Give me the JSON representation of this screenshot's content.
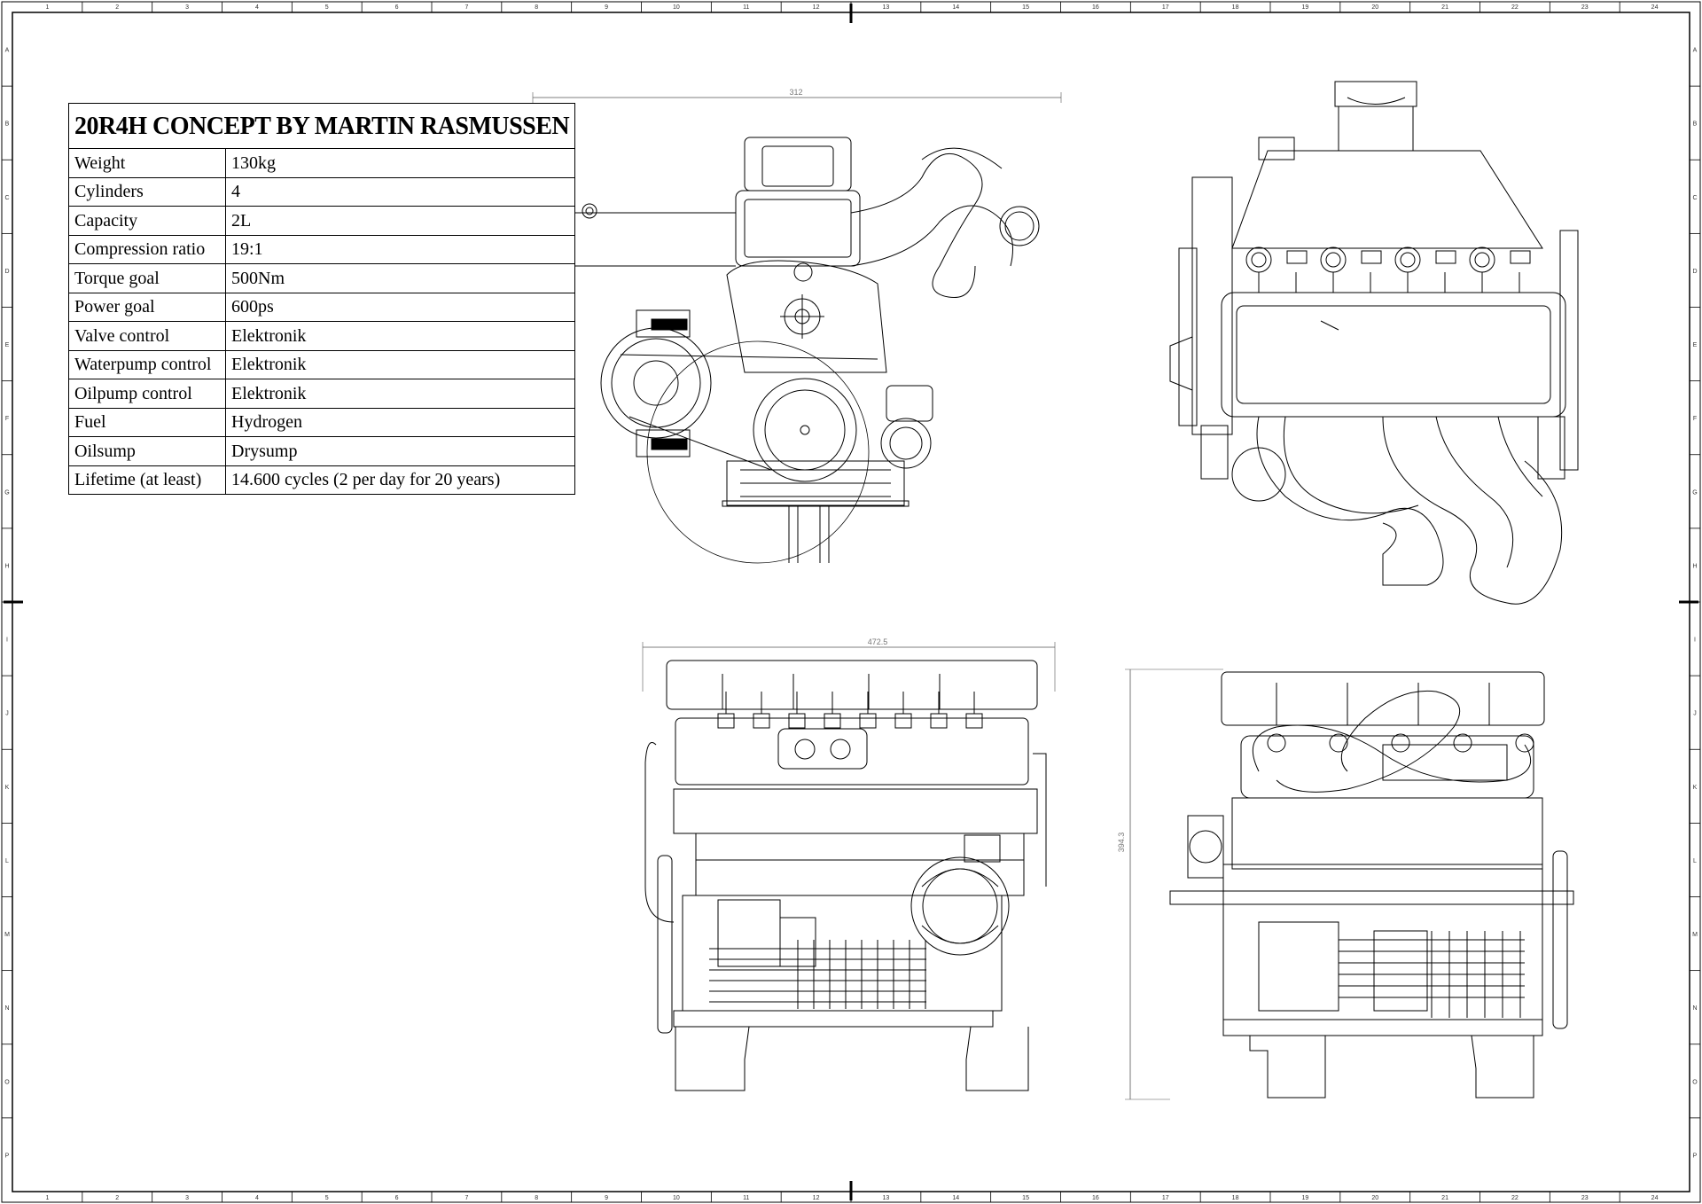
{
  "spec_table": {
    "title": "20R4H CONCEPT BY MARTIN RASMUSSEN",
    "rows": [
      {
        "label": "Weight",
        "value": "130kg"
      },
      {
        "label": "Cylinders",
        "value": "4"
      },
      {
        "label": "Capacity",
        "value": "2L"
      },
      {
        "label": "Compression ratio",
        "value": "19:1"
      },
      {
        "label": "Torque goal",
        "value": "500Nm"
      },
      {
        "label": "Power goal",
        "value": "600ps"
      },
      {
        "label": "Valve control",
        "value": "Elektronik"
      },
      {
        "label": "Waterpump control",
        "value": "Elektronik"
      },
      {
        "label": "Oilpump control",
        "value": "Elektronik"
      },
      {
        "label": "Fuel",
        "value": "Hydrogen"
      },
      {
        "label": "Oilsump",
        "value": "Drysump"
      },
      {
        "label": "Lifetime (at least)",
        "value": "14.600 cycles (2 per day for 20 years)"
      }
    ]
  },
  "frame": {
    "column_labels": [
      "1",
      "2",
      "3",
      "4",
      "5",
      "6",
      "7",
      "8",
      "9",
      "10",
      "11",
      "12",
      "13",
      "14",
      "15",
      "16",
      "17",
      "18",
      "19",
      "20",
      "21",
      "22",
      "23",
      "24"
    ],
    "row_labels": [
      "A",
      "B",
      "C",
      "D",
      "E",
      "F",
      "G",
      "H",
      "I",
      "J",
      "K",
      "L",
      "M",
      "N",
      "O",
      "P"
    ]
  },
  "dimensions": {
    "front_view_width": "312",
    "side_view_width": "472.5",
    "rear_view_height": "394.3"
  },
  "colors": {
    "line": "#000000",
    "light_line": "#888888",
    "background": "#ffffff"
  }
}
